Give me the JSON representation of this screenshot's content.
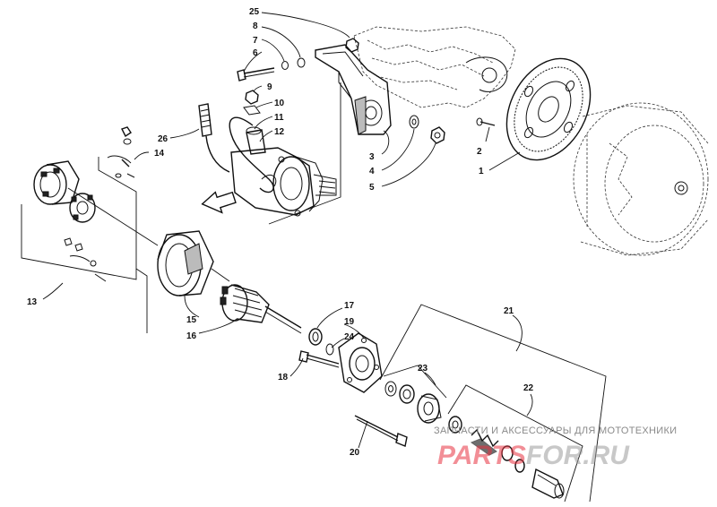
{
  "labels": [
    "1",
    "2",
    "3",
    "4",
    "5",
    "6",
    "7",
    "8",
    "9",
    "10",
    "11",
    "12",
    "13",
    "14",
    "15",
    "16",
    "17",
    "19",
    "18",
    "24",
    "20",
    "21",
    "22",
    "23",
    "25",
    "26"
  ],
  "watermark": {
    "caption": "ЗАПЧАСТИ И АКСЕССУАРЫ ДЛЯ МОТОТЕХНИКИ",
    "logo_part1": "PARTS",
    "logo_part2": "FOR.RU"
  },
  "colors": {
    "ink": "#111111",
    "watermark_red": "#e8323f",
    "watermark_gray": "#9a9a9a"
  }
}
